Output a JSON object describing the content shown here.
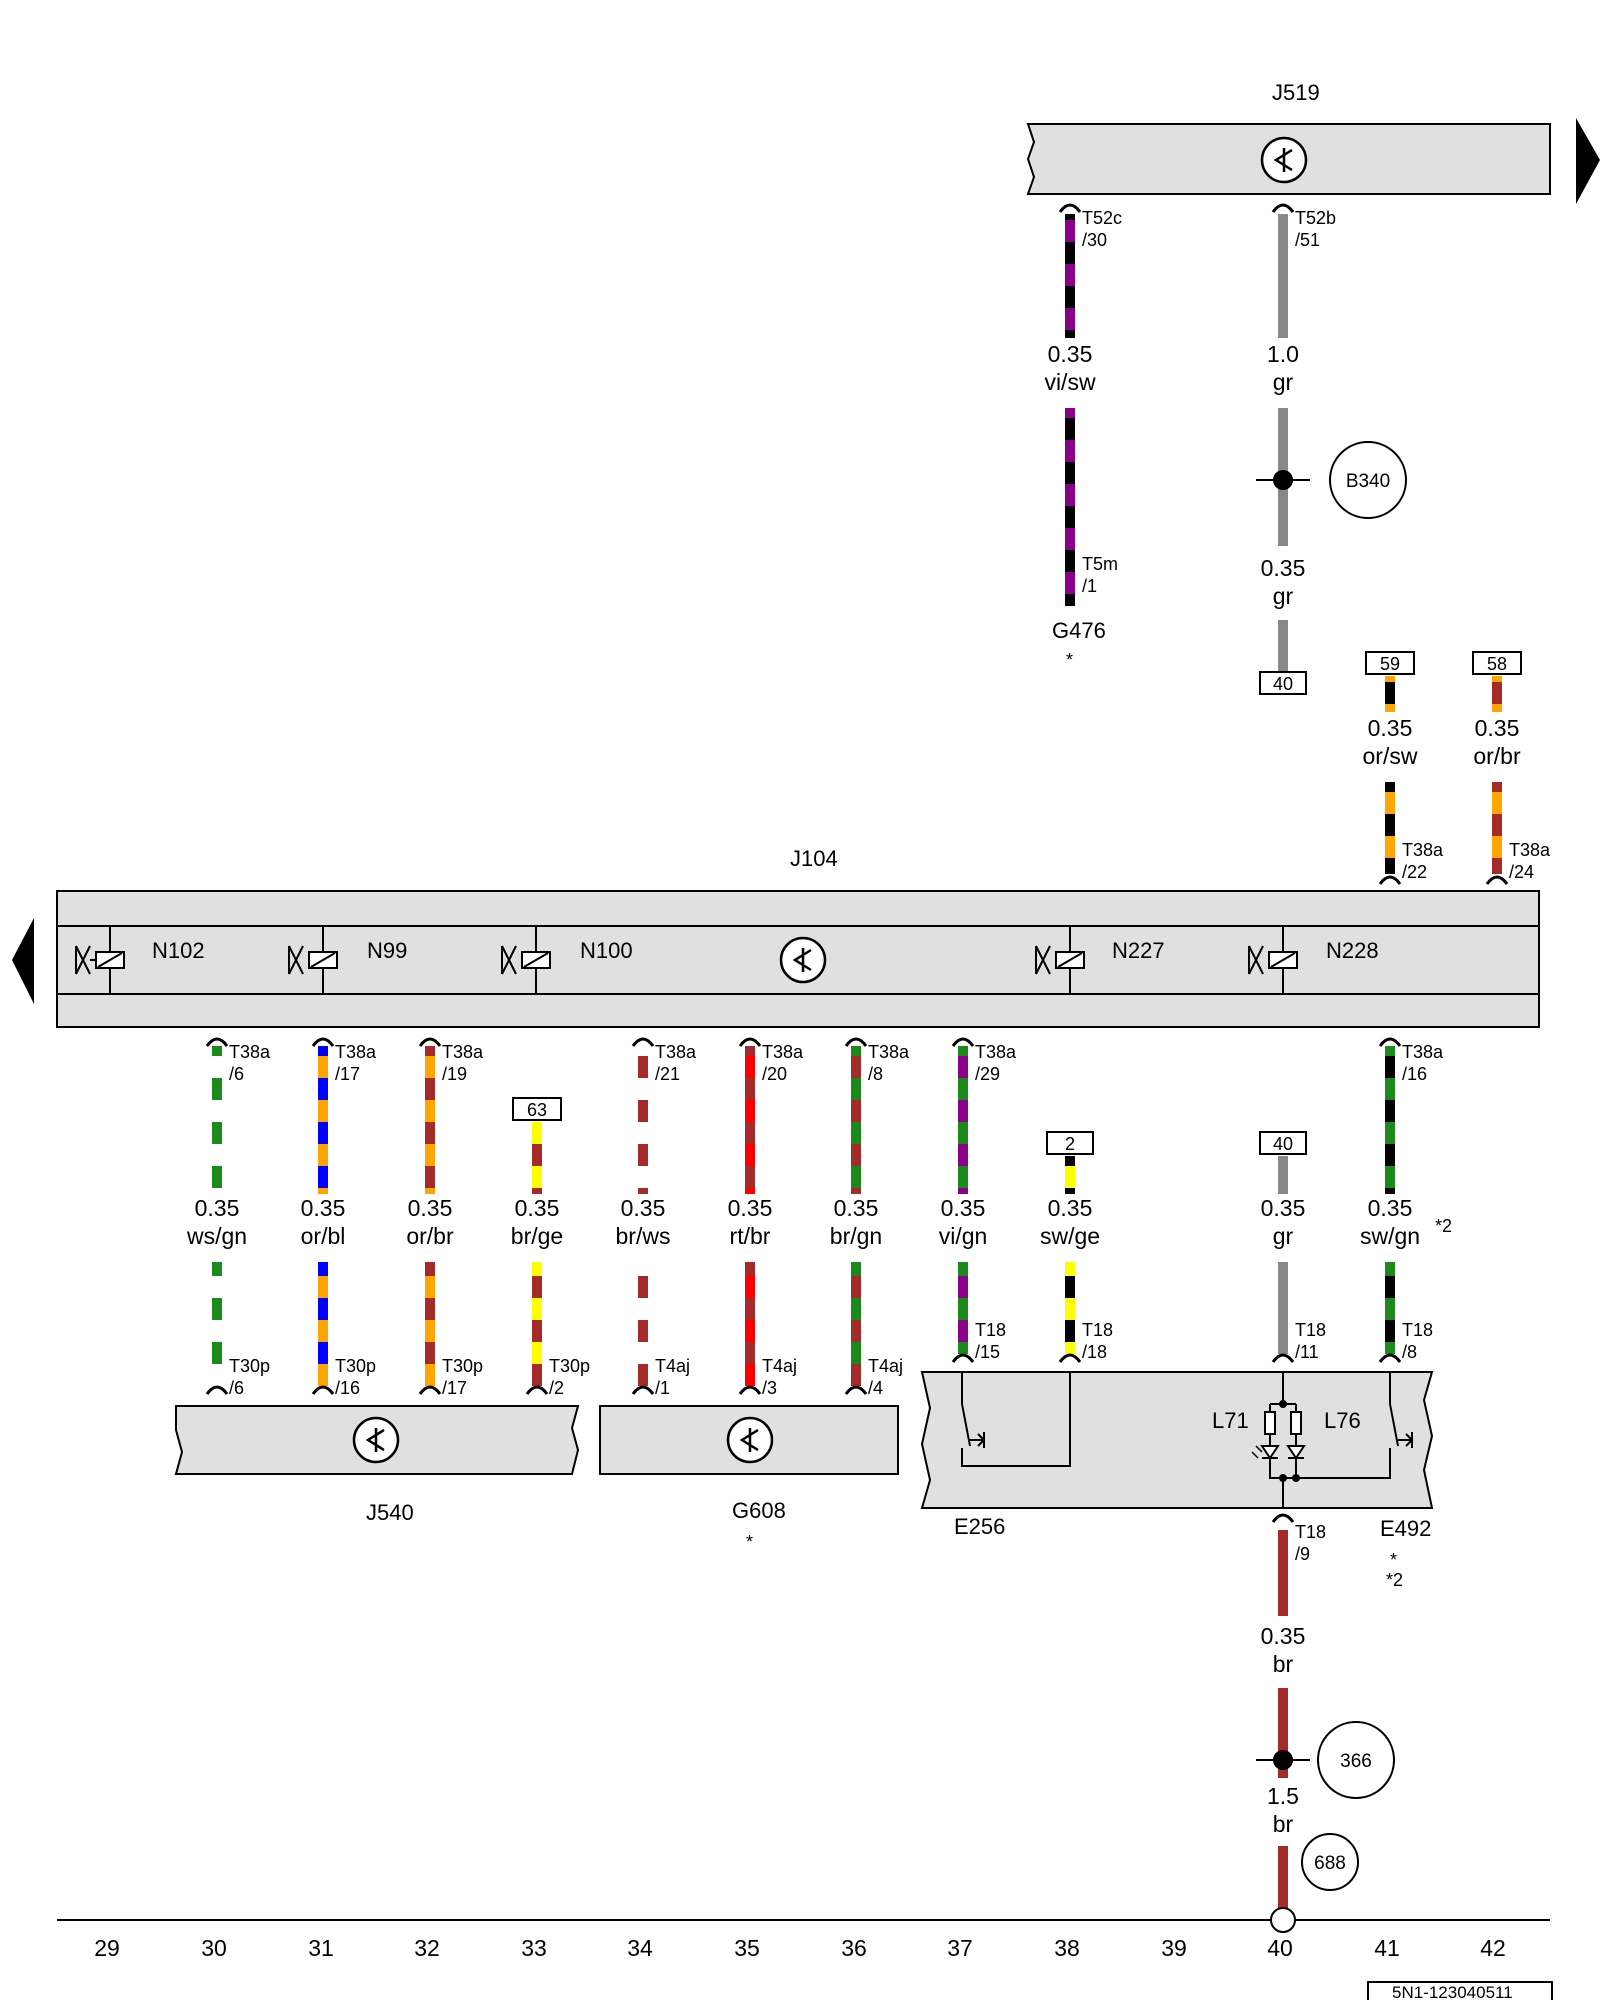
{
  "components": [
    {
      "id": "j519",
      "name": "J519"
    },
    {
      "id": "j104",
      "name": "J104"
    },
    {
      "id": "n102",
      "name": "N102"
    },
    {
      "id": "n99",
      "name": "N99"
    },
    {
      "id": "n100",
      "name": "N100"
    },
    {
      "id": "n227",
      "name": "N227"
    },
    {
      "id": "n228",
      "name": "N228"
    },
    {
      "id": "g476",
      "name": "G476",
      "note": "*"
    },
    {
      "id": "j540",
      "name": "J540"
    },
    {
      "id": "g608",
      "name": "G608",
      "note": "*"
    },
    {
      "id": "e256",
      "name": "E256"
    },
    {
      "id": "e492",
      "name": "E492",
      "note": "*"
    },
    {
      "id": "l71",
      "name": "L71"
    },
    {
      "id": "l76",
      "name": "L76"
    }
  ],
  "footnote_2a": "*2",
  "footnote_2b": "*2",
  "ground_points": [
    {
      "id": "b340",
      "label": "B340"
    },
    {
      "id": "g366",
      "label": "366"
    },
    {
      "id": "g688",
      "label": "688"
    }
  ],
  "references": [
    "59",
    "58",
    "40",
    "63",
    "2",
    "40"
  ],
  "pins": [
    {
      "conn": "T52c",
      "num": "/30"
    },
    {
      "conn": "T52b",
      "num": "/51"
    },
    {
      "conn": "T5m",
      "num": "/1"
    },
    {
      "conn": "T38a",
      "num": "/22"
    },
    {
      "conn": "T38a",
      "num": "/24"
    },
    {
      "conn": "T38a",
      "num": "/6"
    },
    {
      "conn": "T38a",
      "num": "/17"
    },
    {
      "conn": "T38a",
      "num": "/19"
    },
    {
      "conn": "T38a",
      "num": "/21"
    },
    {
      "conn": "T38a",
      "num": "/20"
    },
    {
      "conn": "T38a",
      "num": "/8"
    },
    {
      "conn": "T38a",
      "num": "/29"
    },
    {
      "conn": "T38a",
      "num": "/16"
    },
    {
      "conn": "T30p",
      "num": "/6"
    },
    {
      "conn": "T30p",
      "num": "/16"
    },
    {
      "conn": "T30p",
      "num": "/17"
    },
    {
      "conn": "T30p",
      "num": "/2"
    },
    {
      "conn": "T4aj",
      "num": "/1"
    },
    {
      "conn": "T4aj",
      "num": "/3"
    },
    {
      "conn": "T4aj",
      "num": "/4"
    },
    {
      "conn": "T18",
      "num": "/15"
    },
    {
      "conn": "T18",
      "num": "/18"
    },
    {
      "conn": "T18",
      "num": "/11"
    },
    {
      "conn": "T18",
      "num": "/8"
    },
    {
      "conn": "T18",
      "num": "/9"
    }
  ],
  "wire_labels": [
    {
      "size": "0.35",
      "color": "vi/sw"
    },
    {
      "size": "1.0",
      "color": "gr"
    },
    {
      "size": "0.35",
      "color": "gr"
    },
    {
      "size": "0.35",
      "color": "or/sw"
    },
    {
      "size": "0.35",
      "color": "or/br"
    },
    {
      "size": "0.35",
      "color": "ws/gn"
    },
    {
      "size": "0.35",
      "color": "or/bl"
    },
    {
      "size": "0.35",
      "color": "or/br"
    },
    {
      "size": "0.35",
      "color": "br/ge"
    },
    {
      "size": "0.35",
      "color": "br/ws"
    },
    {
      "size": "0.35",
      "color": "rt/br"
    },
    {
      "size": "0.35",
      "color": "br/gn"
    },
    {
      "size": "0.35",
      "color": "vi/gn"
    },
    {
      "size": "0.35",
      "color": "sw/ge"
    },
    {
      "size": "0.35",
      "color": "gr"
    },
    {
      "size": "0.35",
      "color": "sw/gn"
    },
    {
      "size": "0.35",
      "color": "br"
    },
    {
      "size": "1.5",
      "color": "br"
    }
  ],
  "columns": [
    "29",
    "30",
    "31",
    "32",
    "33",
    "34",
    "35",
    "36",
    "37",
    "38",
    "39",
    "40",
    "41",
    "42"
  ],
  "diagram_code": "5N1-123040511",
  "wire_colors": {
    "ws": "#ffffff",
    "gn": "#1a8a1a",
    "or": "#ffa500",
    "bl": "#0000ff",
    "br": "#a52a2a",
    "ge": "#ffff00",
    "rt": "#ff0000",
    "vi": "#8b008b",
    "sw": "#000000",
    "gr": "#888888"
  },
  "component_fill": "#e0e0e0"
}
